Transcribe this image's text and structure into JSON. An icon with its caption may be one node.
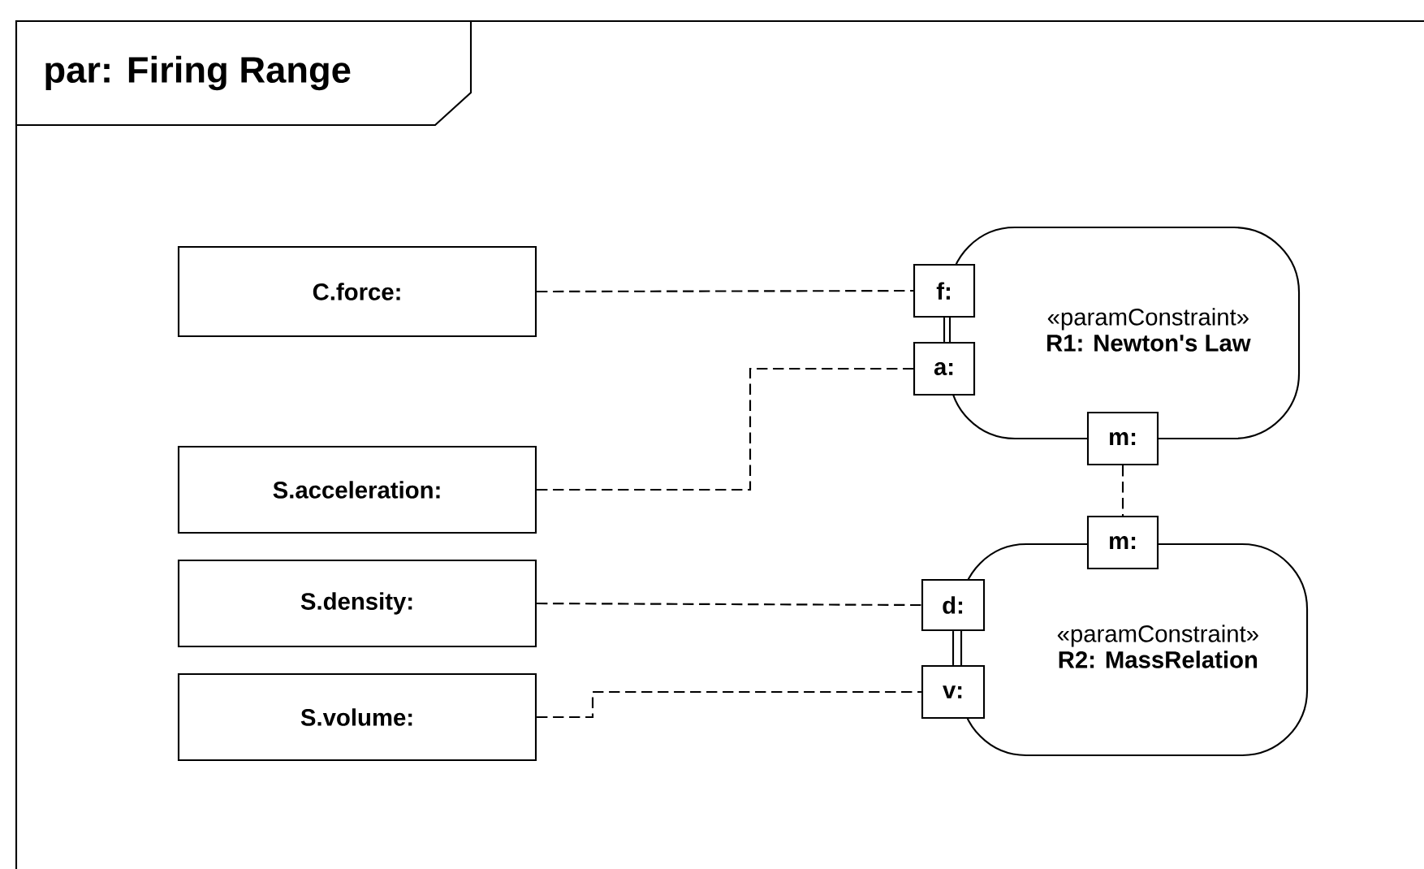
{
  "diagram": {
    "title": "par: Firing Range",
    "nodes": [
      {
        "text": [
          "C.force:"
        ]
      },
      {
        "text": [
          "S.acceleration:"
        ]
      },
      {
        "text": [
          "S.density:"
        ]
      },
      {
        "text": [
          "S.volume:"
        ]
      },
      {
        "text": [
          "«paramConstraint»",
          "R1: Newton's Law"
        ]
      },
      {
        "text": [
          "f:"
        ]
      },
      {
        "text": [
          "a:"
        ]
      },
      {
        "text": [
          "m:"
        ]
      },
      {
        "text": [
          "«paramConstraint»",
          "R2: MassRelation"
        ]
      },
      {
        "text": [
          "m:"
        ]
      },
      {
        "text": [
          "d:"
        ]
      },
      {
        "text": [
          "v:"
        ]
      }
    ],
    "edges": [
      {
        "from": 0,
        "to": 5,
        "arrow": "none",
        "style": "dashed"
      },
      {
        "from": 1,
        "to": 6,
        "arrow": "none",
        "style": "dashed"
      },
      {
        "from": 5,
        "to": 6,
        "arrow": "none"
      },
      {
        "from": 7,
        "to": 9,
        "arrow": "none",
        "style": "dashed"
      },
      {
        "from": 2,
        "to": 10,
        "arrow": "none",
        "style": "dashed"
      },
      {
        "from": 3,
        "to": 11,
        "arrow": "none",
        "style": "dashed"
      },
      {
        "from": 10,
        "to": 11,
        "arrow": "none"
      }
    ]
  }
}
